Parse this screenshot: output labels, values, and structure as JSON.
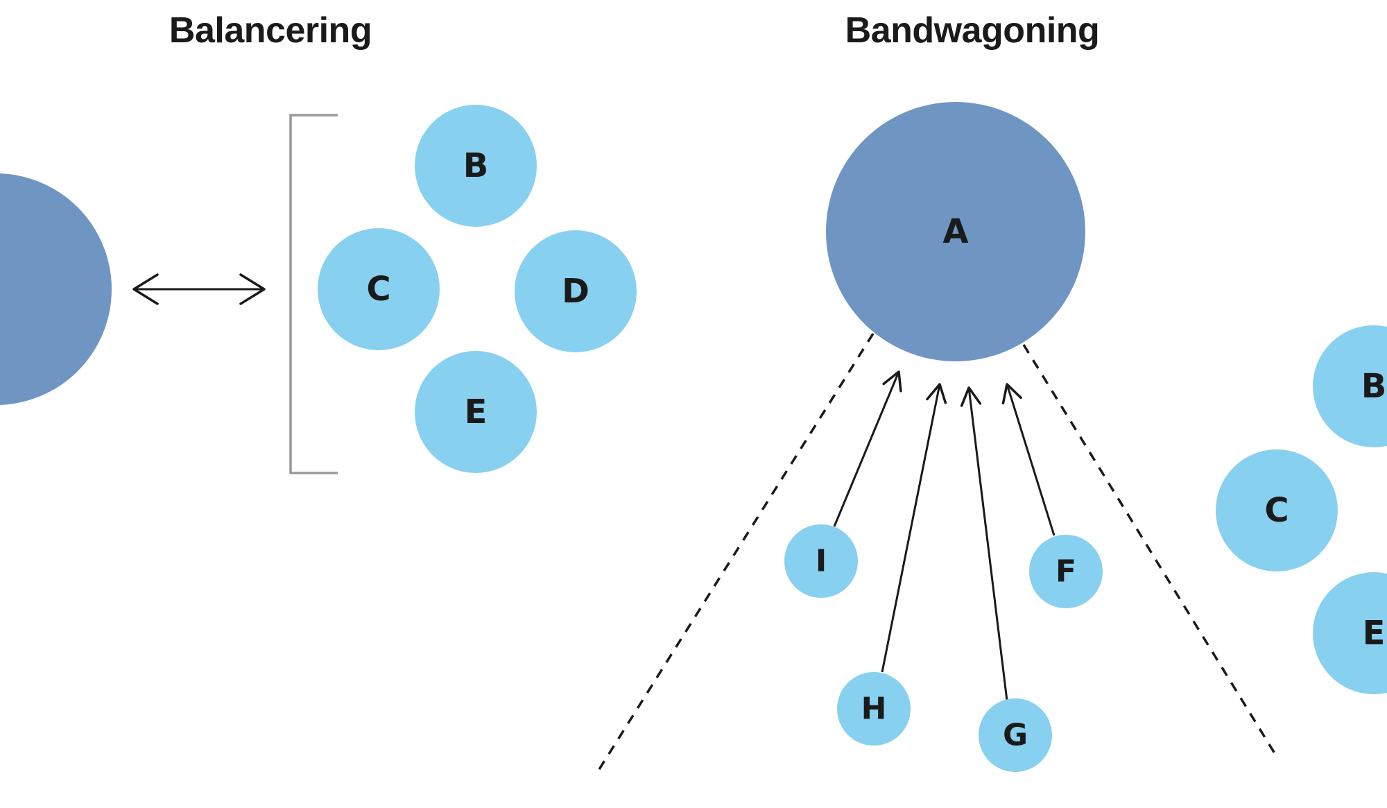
{
  "titles": {
    "balancing": "Balancering",
    "bandwagoning": "Bandwagoning"
  },
  "colors": {
    "major_power": "#6f95c3",
    "minor_state": "#88d0ef",
    "text": "#1a1a1a",
    "bracket": "#999999"
  },
  "balancing": {
    "major_power_label": "",
    "relation": "double-headed arrow between major power and coalition",
    "coalition": [
      "B",
      "C",
      "D",
      "E"
    ]
  },
  "bandwagoning": {
    "major_power_label": "A",
    "followers": [
      "I",
      "H",
      "G",
      "F"
    ],
    "relation": "arrows from each follower pointing toward A, inside a dashed cone",
    "outside_group": [
      "B",
      "C",
      "E"
    ]
  }
}
